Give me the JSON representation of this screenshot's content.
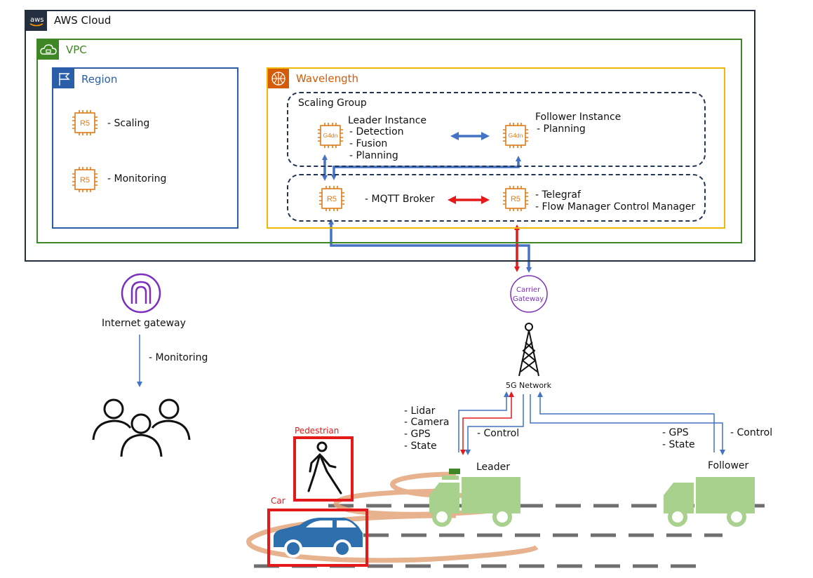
{
  "aws_cloud": {
    "label": "AWS Cloud",
    "logo_text": "aws"
  },
  "vpc": {
    "label": "VPC"
  },
  "region": {
    "label": "Region",
    "items": [
      {
        "chip": "R5",
        "text": "- Scaling"
      },
      {
        "chip": "R5",
        "text": "- Monitoring"
      }
    ]
  },
  "wavelength": {
    "label": "Wavelength",
    "scaling_group": {
      "label": "Scaling Group",
      "leader": {
        "chip": "G4dn",
        "title": "Leader Instance",
        "tasks": [
          "-   Detection",
          "-   Fusion",
          "-   Planning"
        ]
      },
      "follower": {
        "chip": "G4dn",
        "title": "Follower Instance",
        "tasks": [
          "-   Planning"
        ]
      }
    },
    "broker": {
      "chip": "R5",
      "text": "- MQTT Broker"
    },
    "manager": {
      "chip": "R5",
      "tasks": [
        "-   Telegraf",
        "-   Flow Manager Control Manager"
      ]
    }
  },
  "carrier_gateway": {
    "line1": "Carrier",
    "line2": "Gateway"
  },
  "internet_gateway": {
    "label": "Internet gateway",
    "arrow_text": "-   Monitoring"
  },
  "network": {
    "label": "5G Network"
  },
  "leader_vehicle": {
    "label": "Leader",
    "uplink": [
      "-   Lidar",
      "-   Camera",
      "-   GPS",
      "-   State"
    ],
    "downlink": "-   Control"
  },
  "follower_vehicle": {
    "label": "Follower",
    "uplink": [
      "-   GPS",
      "-   State"
    ],
    "downlink": "-   Control"
  },
  "detections": {
    "pedestrian": "Pedestrian",
    "car": "Car"
  },
  "colors": {
    "aws_dark": "#232f3e",
    "vpc_green": "#3f8624",
    "region_blue": "#2a5ea8",
    "wavelength_orange": "#d45b07",
    "wavelength_border": "#f2b705",
    "chip_orange": "#e07b18",
    "arrow_blue": "#4472c4",
    "arrow_red": "#e41a1a",
    "gateway_purple": "#7b2fbe",
    "truck_green": "#a9d18e",
    "ring_tan": "#e3a57a",
    "road_gray": "#6f6f6f",
    "car_blue": "#2e6fad"
  }
}
